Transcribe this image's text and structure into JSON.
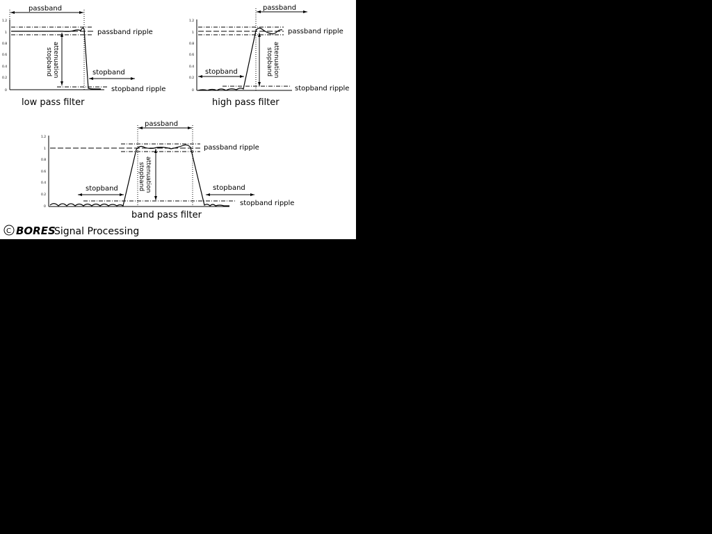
{
  "panels": {
    "lowpass": {
      "caption": "low pass filter",
      "passband": "passband",
      "passband_ripple": "passband ripple",
      "stopband": "stopband",
      "stopband_ripple": "stopband ripple",
      "attenuation_1": "stopband",
      "attenuation_2": "attenuation"
    },
    "highpass": {
      "caption": "high pass filter",
      "passband": "passband",
      "passband_ripple": "passband ripple",
      "stopband": "stopband",
      "stopband_ripple": "stopband ripple",
      "attenuation_1": "stopband",
      "attenuation_2": "attenuation"
    },
    "bandpass": {
      "caption": "band pass filter",
      "passband": "passband",
      "passband_ripple": "passband ripple",
      "stopband_left": "stopband",
      "stopband_right": "stopband",
      "stopband_ripple": "stopband ripple",
      "attenuation_1": "stopband",
      "attenuation_2": "attenuation"
    }
  },
  "y_ticks": [
    "1.2",
    "1",
    "0.8",
    "0.6",
    "0.4",
    "0.2",
    "0"
  ],
  "credit": {
    "copyright": "©",
    "brand": "BORES",
    "text": "Signal Processing"
  }
}
